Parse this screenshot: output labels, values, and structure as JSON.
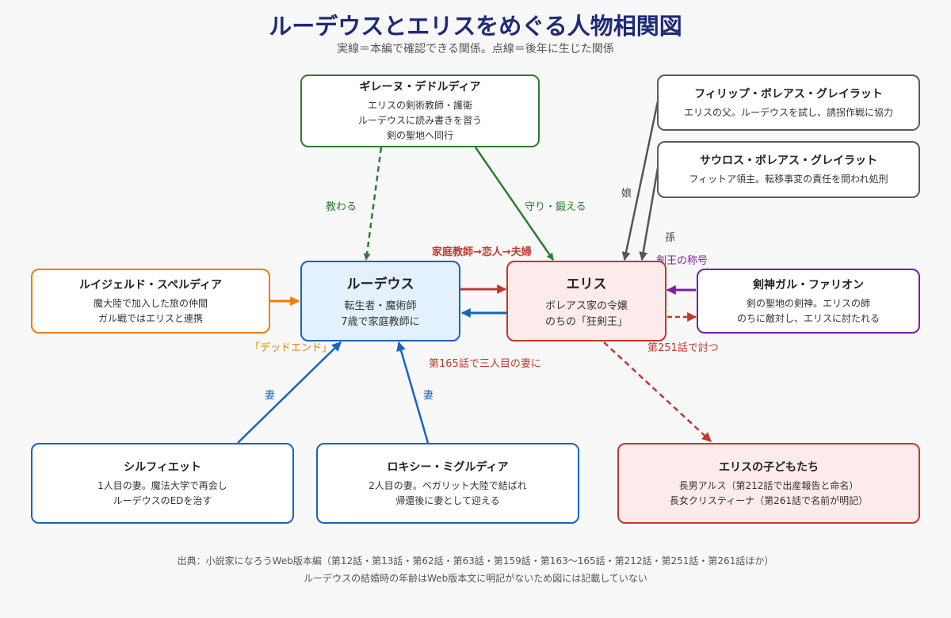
{
  "title": "ルーデウスとエリスをめぐる人物相関図",
  "subtitle": "実線＝本編で確認できる関係。点線＝後年に生じた関係",
  "nodes": {
    "ghislaine": {
      "name": "ギレーヌ・デドルディア",
      "desc": [
        "エリスの剣術教師・護衛",
        "ルーデウスに読み書きを習う",
        "剣の聖地へ同行"
      ]
    },
    "philip": {
      "name": "フィリップ・ボレアス・グレイラット",
      "desc": [
        "エリスの父。ルーデウスを試し、誘拐作戦に協力"
      ]
    },
    "sauros": {
      "name": "サウロス・ボレアス・グレイラット",
      "desc": [
        "フィットア領主。転移事変の責任を問われ処刑"
      ]
    },
    "ruijerd": {
      "name": "ルイジェルド・スペルディア",
      "desc": [
        "魔大陸で加入した旅の仲間",
        "ガル戦ではエリスと連携"
      ]
    },
    "rudeus": {
      "name": "ルーデウス",
      "desc": [
        "転生者・魔術師",
        "7歳で家庭教師に"
      ]
    },
    "eris": {
      "name": "エリス",
      "desc": [
        "ボレアス家の令嬢",
        "のちの「狂剣王」"
      ]
    },
    "gal": {
      "name": "剣神ガル・ファリオン",
      "desc": [
        "剣の聖地の剣神。エリスの師",
        "のちに敵対し、エリスに討たれる"
      ]
    },
    "sylphiette": {
      "name": "シルフィエット",
      "desc": [
        "1人目の妻。魔法大学で再会し",
        "ルーデウスのEDを治す"
      ]
    },
    "roxy": {
      "name": "ロキシー・ミグルディア",
      "desc": [
        "2人目の妻。ベガリット大陸で結ばれ",
        "帰還後に妻として迎える"
      ]
    },
    "children": {
      "name": "エリスの子どもたち",
      "desc": [
        "長男アルス（第212話で出産報告と命名）",
        "長女クリスティーナ（第261話で名前が明記）"
      ]
    }
  },
  "edge_labels": {
    "learns": "教わる",
    "protects": "守り・鍛える",
    "daughter": "娘",
    "grandchild": "孫",
    "tutor_lover": "家庭教師→恋人→夫婦",
    "sword_king": "剣王の称号",
    "dead_end": "「デッドエンド」",
    "defeated": "第251話で討つ",
    "third_wife": "第165話で三人目の妻に",
    "wife_a": "妻",
    "wife_b": "妻"
  },
  "footer": {
    "line1": "出典：小説家になろうWeb版本編（第12話・第13話・第62話・第63話・第159話・第163〜165話・第212話・第251話・第261話ほか）",
    "line2": "ルーデウスの結婚時の年齢はWeb版本文に明記がないため図には記載していない"
  },
  "colors": {
    "title": "#1f2a78",
    "green": "#2e7d32",
    "gray": "#5a5a5a",
    "red": "#c0392b",
    "blue": "#1565c0",
    "purple": "#7b1fa2",
    "orange": "#ef7d00"
  }
}
